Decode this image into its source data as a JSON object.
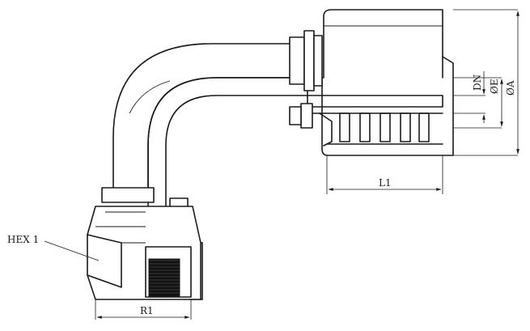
{
  "labels": {
    "hex": "HEX 1",
    "thread_radius": "R1",
    "length": "L1",
    "nominal_diameter": "DN",
    "inner_diameter": "ØE",
    "outer_diameter": "ØA"
  }
}
